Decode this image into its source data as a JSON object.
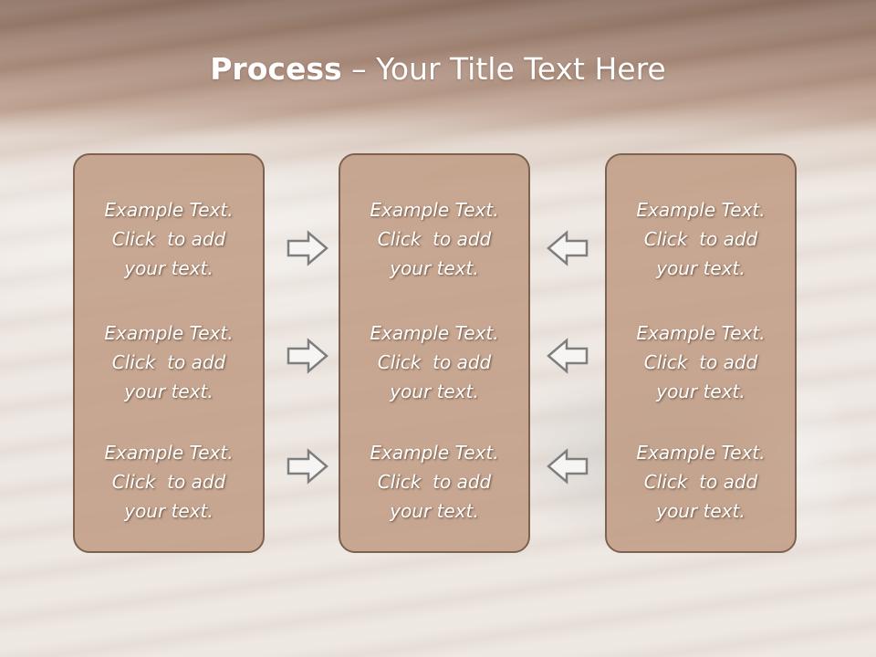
{
  "slide": {
    "title_bold": "Process",
    "title_separator": " – ",
    "title_rest": "Your Title Text Here"
  },
  "columns": [
    {
      "blocks": [
        {
          "line1": "Example Text.",
          "line2": "Click  to add",
          "line3": "your text."
        },
        {
          "line1": "Example Text.",
          "line2": "Click  to add",
          "line3": "your text."
        },
        {
          "line1": "Example Text.",
          "line2": "Click  to add",
          "line3": "your text."
        }
      ]
    },
    {
      "blocks": [
        {
          "line1": "Example Text.",
          "line2": "Click  to add",
          "line3": "your text."
        },
        {
          "line1": "Example Text.",
          "line2": "Click  to add",
          "line3": "your text."
        },
        {
          "line1": "Example Text.",
          "line2": "Click  to add",
          "line3": "your text."
        }
      ]
    },
    {
      "blocks": [
        {
          "line1": "Example Text.",
          "line2": "Click  to add",
          "line3": "your text."
        },
        {
          "line1": "Example Text.",
          "line2": "Click  to add",
          "line3": "your text."
        },
        {
          "line1": "Example Text.",
          "line2": "Click  to add",
          "line3": "your text."
        }
      ]
    }
  ],
  "arrows": {
    "left_group": [
      "right-arrow-icon",
      "right-arrow-icon",
      "right-arrow-icon"
    ],
    "right_group": [
      "left-arrow-icon",
      "left-arrow-icon",
      "left-arrow-icon"
    ]
  },
  "colors": {
    "panel_fill": "#c09c84",
    "panel_border": "#7d6151",
    "title_band": "#a07e6c",
    "text": "#ffffff"
  }
}
